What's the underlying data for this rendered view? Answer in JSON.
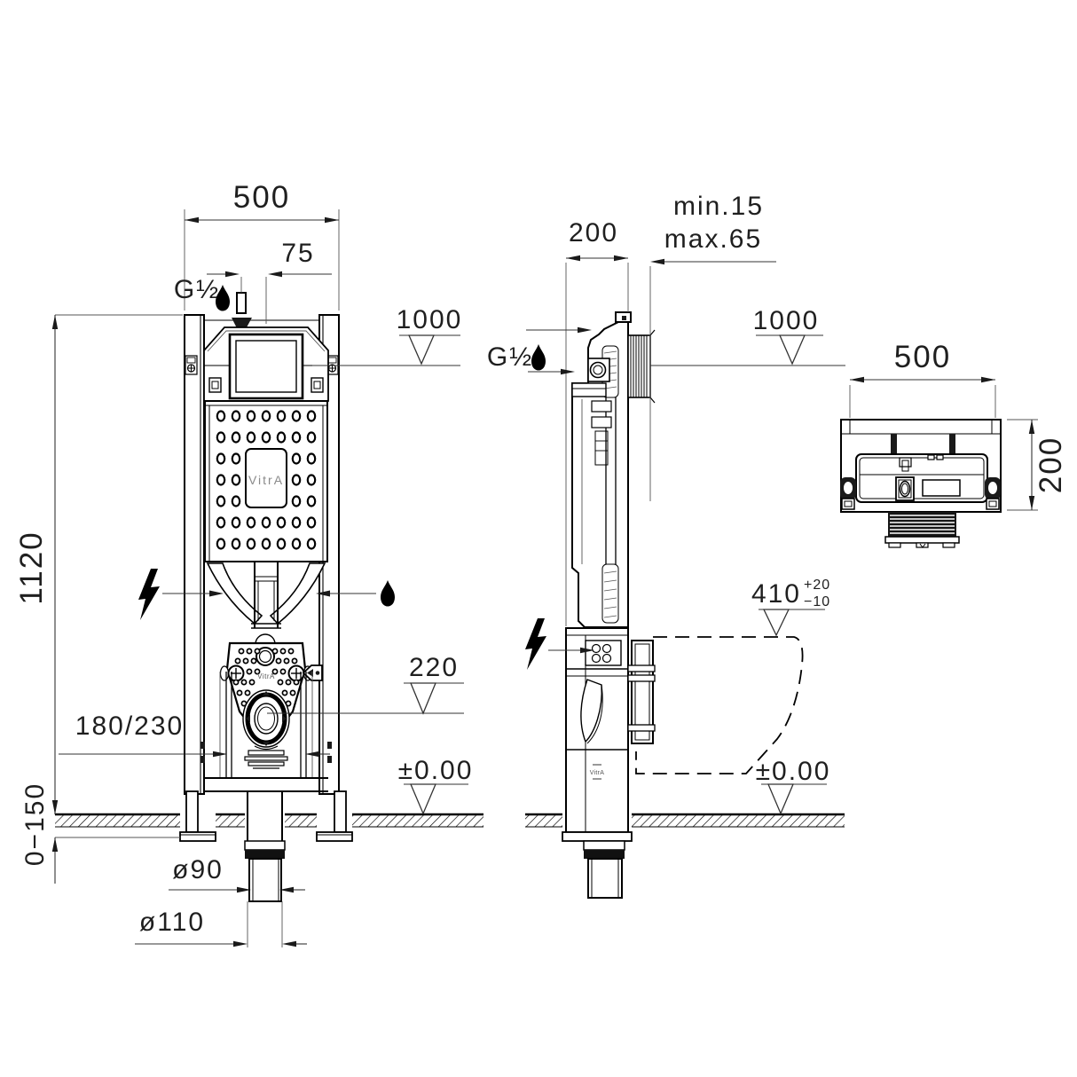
{
  "page": {
    "background": "#ffffff",
    "line_color": "#000000",
    "description": "Technical installation drawing of a VitrA concealed cistern WC frame: front view, side view and top view with dimensions in mm"
  },
  "views": {
    "front": {
      "width": "500",
      "inlet_offset": "75",
      "inlet_thread": "G½",
      "panel_level": "1000",
      "height": "1120",
      "drain_level": "220",
      "fixing_span": "180/230",
      "floor_level": "±0.00",
      "adjust_range": "0−150",
      "outlet_diameter": "ø90",
      "pipe_diameter": "ø110",
      "brand": "VitrA",
      "plate_brand": "VitrA"
    },
    "side": {
      "depth": "200",
      "wall_min": "min.15",
      "wall_max": "max.65",
      "inlet_thread": "G½",
      "panel_level": "1000",
      "bowl_level": "410",
      "bowl_tol_plus": "+20",
      "bowl_tol_minus": "−10",
      "floor_level": "±0.00",
      "brand": "VitrA"
    },
    "top": {
      "width": "500",
      "depth": "200"
    }
  }
}
